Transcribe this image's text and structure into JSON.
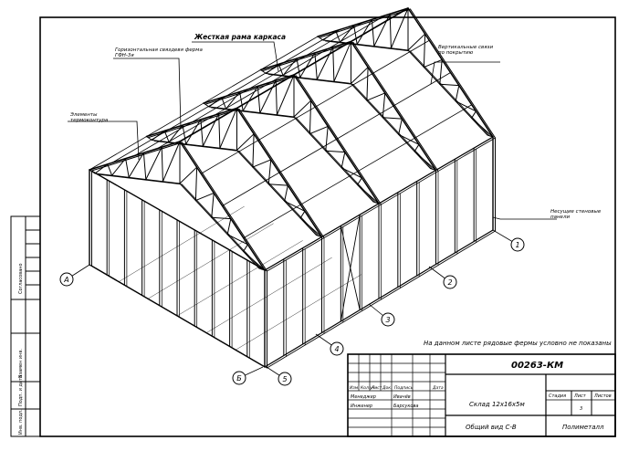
{
  "labels": {
    "rigid_frame": "Жесткая рама каркаса",
    "horizontal_bracing": "Горизонтальная связдевя ферма ГФН-3я",
    "wall_bracing": "Вертикальные связи по покрытию",
    "thermal_elements": "Элементы термоконтура",
    "wall_panels": "Несущие стеновые панели"
  },
  "axes": [
    "1",
    "2",
    "3",
    "4",
    "5",
    "А",
    "Б"
  ],
  "note": "На данном листе рядовые фермы условно не показаны",
  "side_stamp": [
    "Инв. подл.",
    "Подп. и дата",
    "Взамен инв.",
    "Согласовано"
  ],
  "title_block": {
    "doc_number": "00263-КМ",
    "change_headers": [
      "Изм.",
      "Кол.уч",
      "Лист",
      "Док.",
      "Подпись",
      "Дата"
    ],
    "roles": [
      "Менеджер",
      "Инженер"
    ],
    "names": [
      "Ивачёв",
      "Барсукова"
    ],
    "project": "Склад 12х16х5м",
    "sheet_title": "Общий вид С-В",
    "stage_headers": [
      "Стадия",
      "Лист",
      "Листов"
    ],
    "sheet_no": "3",
    "company": "Полиметалл"
  }
}
